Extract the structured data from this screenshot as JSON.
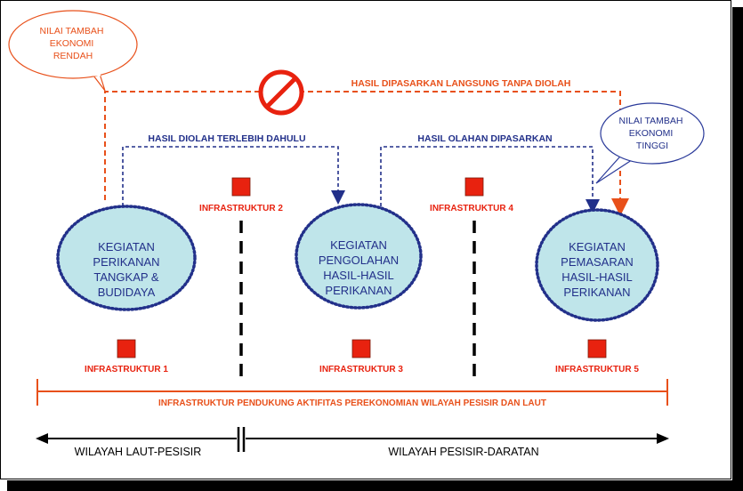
{
  "callouts": {
    "low": "NILAI TAMBAH\nEKONOMI\nRENDAH",
    "high": "NILAI TAMBAH\nEKONOMI\nTINGGI"
  },
  "flows": {
    "direct_market": "HASIL DIPASARKAN LANGSUNG TANPA DIOLAH",
    "processed_first": "HASIL DIOLAH TERLEBIH DAHULU",
    "processed_marketed": "HASIL OLAHAN DIPASARKAN"
  },
  "activities": [
    {
      "label": "KEGIATAN\nPERIKANAN\nTANGKAP &\nBUDIDAYA"
    },
    {
      "label": "KEGIATAN\nPENGOLAHAN\nHASIL-HASIL\nPERIKANAN"
    },
    {
      "label": "KEGIATAN\nPEMASARAN\nHASIL-HASIL\nPERIKANAN"
    }
  ],
  "infrastructure": [
    "INFRASTRUKTUR 1",
    "INFRASTRUKTUR 2",
    "INFRASTRUKTUR 3",
    "INFRASTRUKTUR 4",
    "INFRASTRUKTUR 5"
  ],
  "support_bar": "INFRASTRUKTUR PENDUKUNG AKTIFITAS PEREKONOMIAN WILAYAH PESISIR DAN LAUT",
  "regions": {
    "left": "WILAYAH LAUT-PESISIR",
    "right": "WILAYAH PESISIR-DARATAN"
  },
  "colors": {
    "orange": "#e8501a",
    "blue": "#22308a",
    "ellipse_fill": "#bfe5ea",
    "infra_box": "#e8220f",
    "callout_border_low": "#e8501a",
    "callout_border_high": "#2a3a9a"
  },
  "icons": {
    "prohibition": "no-entry-sign-icon"
  }
}
